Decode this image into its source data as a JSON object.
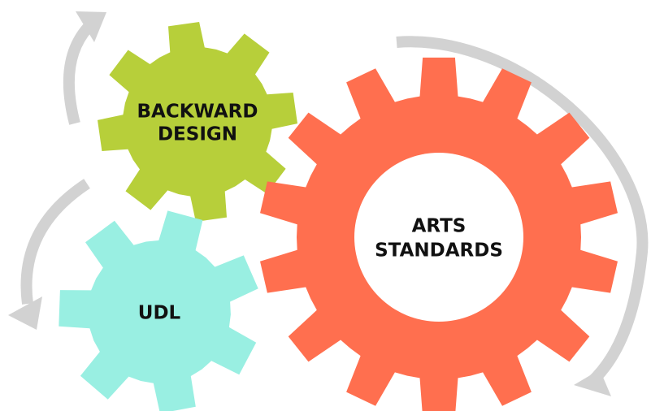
{
  "diagram": {
    "gears": [
      {
        "id": "backward-design",
        "lines": [
          "BACKWARD",
          "DESIGN"
        ],
        "color": "#b7cf3a",
        "teeth": 8
      },
      {
        "id": "udl",
        "lines": [
          "UDL"
        ],
        "color": "#99efe2",
        "teeth": 7
      },
      {
        "id": "arts-standards",
        "lines": [
          "ARTS",
          "STANDARDS"
        ],
        "color": "#ff6f4f",
        "teeth": 14
      }
    ],
    "arrow_color": "#d2d2d2",
    "background": "#ffffff"
  }
}
